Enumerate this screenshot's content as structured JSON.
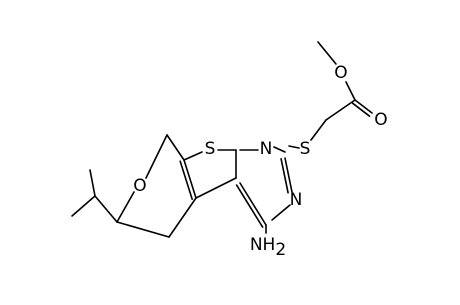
{
  "molecule": {
    "atoms": {
      "O_methoxy": "O",
      "O_carbonyl": "O",
      "O_pyran": "O",
      "S_thiophene": "S",
      "S_thioether": "S",
      "N_ring_top": "N",
      "N_ring_bottom": "N",
      "amine_N": "NH",
      "amine_subscript": "2"
    }
  }
}
